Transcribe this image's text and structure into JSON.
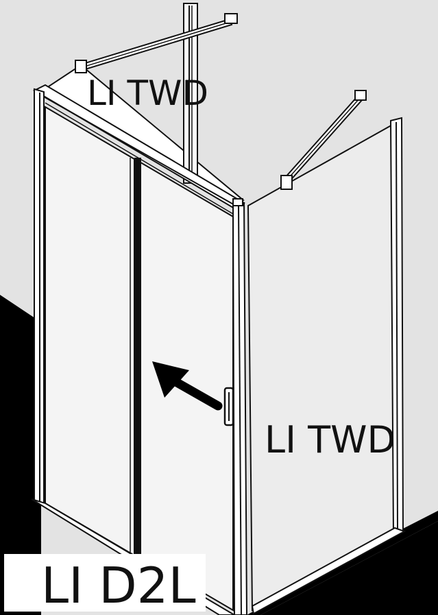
{
  "labels": {
    "back_panel": "LI TWD",
    "side_panel": "LI TWD",
    "model": "LI D2L"
  },
  "colors": {
    "background_wall": "#e3e3e3",
    "floor": "#000000",
    "glass": "#f4f4f4",
    "side_glass": "#ececec",
    "outline": "#111111",
    "label_box": "#ffffff"
  },
  "icons": {
    "direction_arrow": "sliding-direction-arrow-icon",
    "door_handle": "door-handle-icon"
  }
}
